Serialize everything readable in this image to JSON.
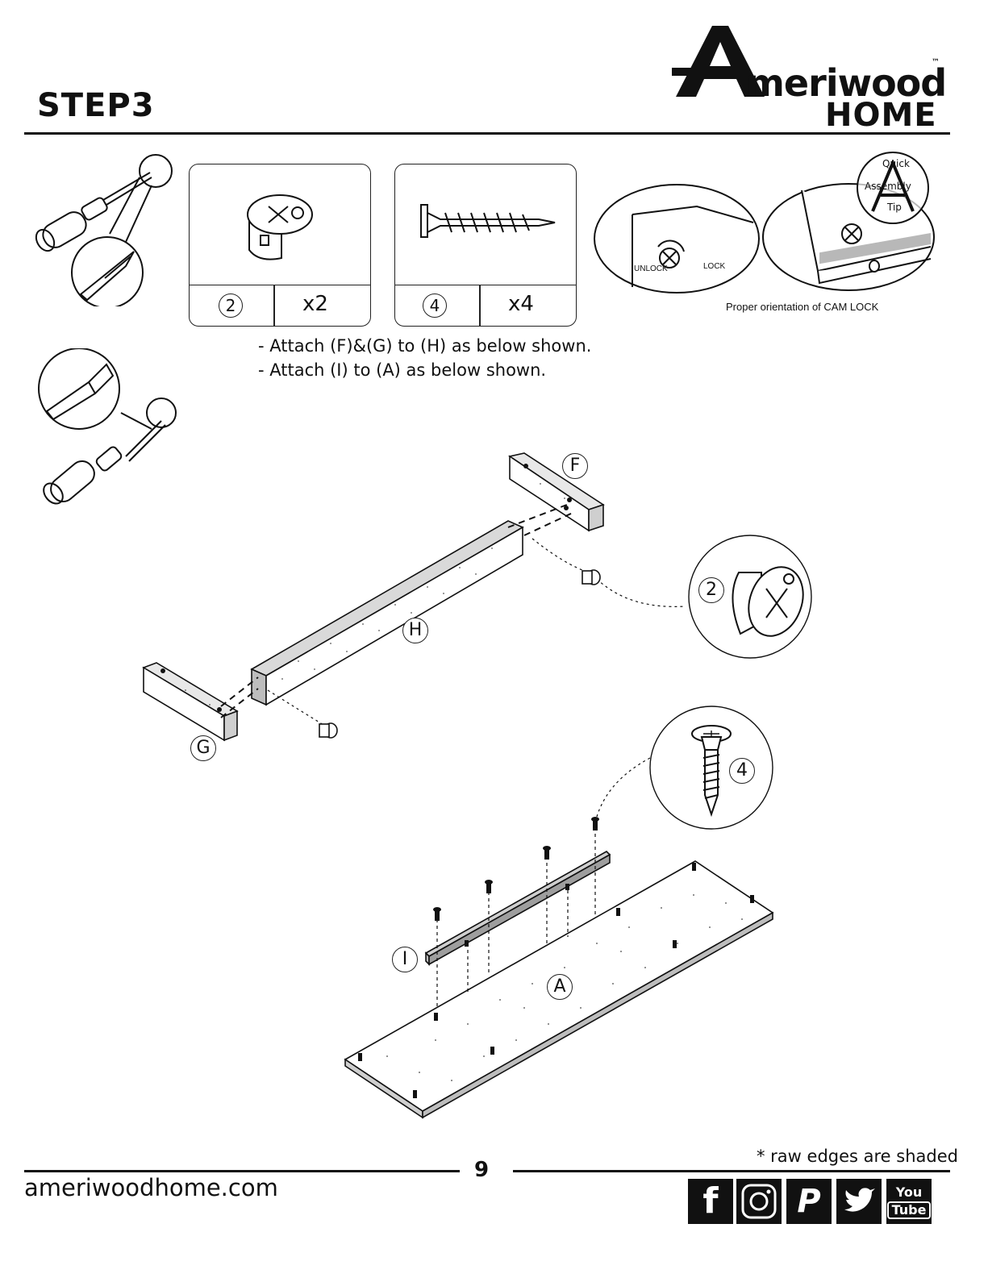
{
  "header": {
    "step_title": "STEP3",
    "brand_initial": "A",
    "brand_word": "meriwood",
    "brand_sub": "HOME",
    "brand_tm": "™"
  },
  "hardware": [
    {
      "part_number": "2",
      "quantity": "x2",
      "icon": "cam-lock-icon"
    },
    {
      "part_number": "4",
      "quantity": "x4",
      "icon": "screw-icon"
    }
  ],
  "cam_lock": {
    "unlock_label": "UNLOCK",
    "lock_label": "LOCK",
    "caption": "Proper orientation of CAM LOCK",
    "badge": {
      "line1": "Quick",
      "line2": "Assembly",
      "line3": "Tip"
    }
  },
  "instructions": [
    "- Attach (F)&(G) to (H) as below shown.",
    "- Attach (I) to (A) as below shown."
  ],
  "panel_labels": {
    "F": "F",
    "G": "G",
    "H": "H",
    "I": "I",
    "A": "A",
    "cam_callout": "2",
    "screw_callout": "4"
  },
  "footer": {
    "raw_edges_note": "* raw edges are shaded",
    "website": "ameriwoodhome.com",
    "page_number": "9",
    "social": [
      {
        "name": "facebook-icon",
        "glyph": "f"
      },
      {
        "name": "instagram-icon",
        "glyph": ""
      },
      {
        "name": "pinterest-icon",
        "glyph": "P"
      },
      {
        "name": "twitter-icon",
        "glyph": ""
      },
      {
        "name": "youtube-icon",
        "glyph": "You",
        "glyph2": "Tube"
      }
    ]
  },
  "colors": {
    "ink": "#111111",
    "paper": "#ffffff"
  }
}
